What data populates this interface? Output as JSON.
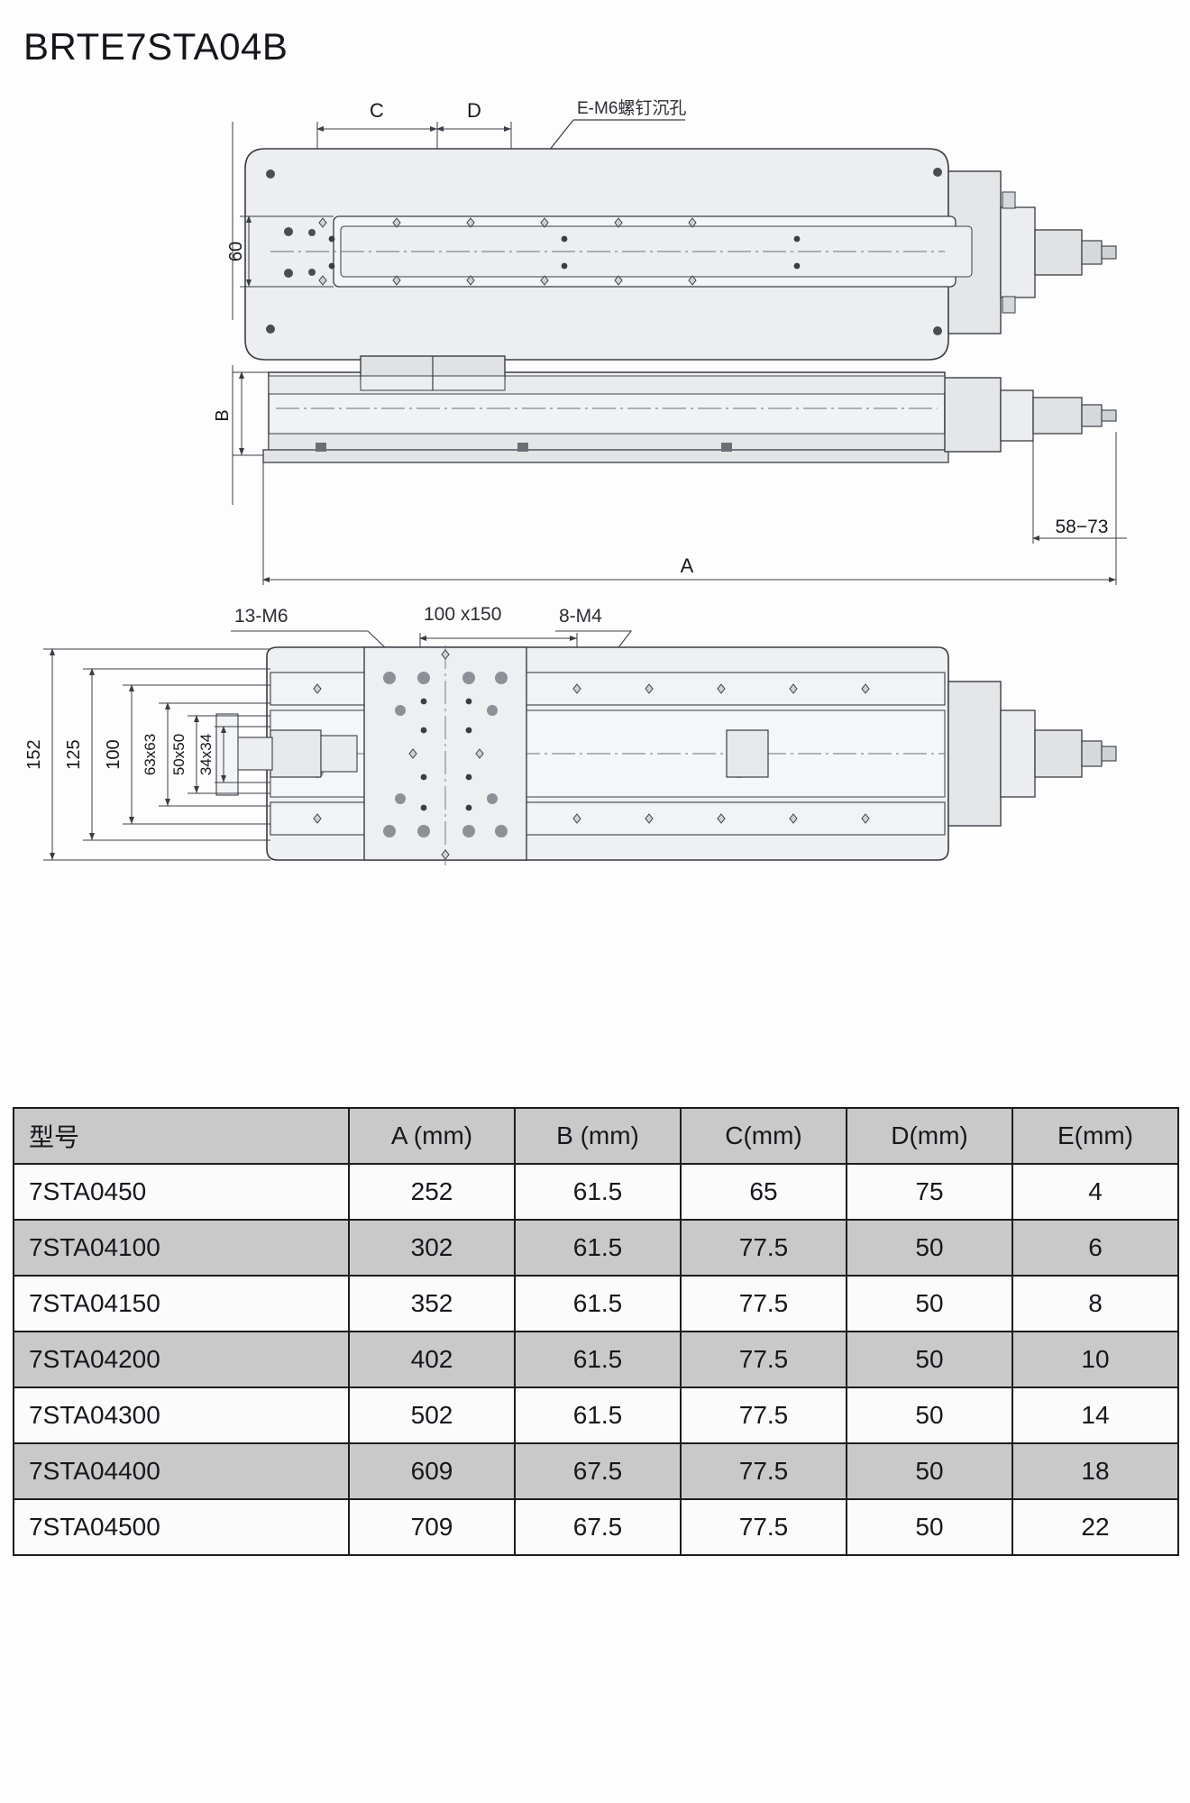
{
  "title": "BRTE7STA04B",
  "drawing": {
    "top_view": {
      "dim_c_label": "C",
      "dim_d_label": "D",
      "callout_counterbore": "E-M6螺钉沉孔",
      "dim_60": "60"
    },
    "front_view": {
      "dim_b": "B",
      "dim_a": "A",
      "dim_motor": "58−73"
    },
    "bottom_view": {
      "callout_13m6": "13-M6",
      "callout_grid": "100 x150",
      "callout_8m4": "8-M4",
      "dim_152": "152",
      "dim_125": "125",
      "dim_100": "100",
      "dim_63x63": "63x63",
      "dim_50x50": "50x50",
      "dim_34x34": "34x34"
    }
  },
  "table": {
    "headers": [
      "型号",
      "A (mm)",
      "B (mm)",
      "C(mm)",
      "D(mm)",
      "E(mm)"
    ],
    "rows": [
      {
        "model": "7STA0450",
        "a": "252",
        "b": "61.5",
        "c": "65",
        "d": "75",
        "e": "4"
      },
      {
        "model": "7STA04100",
        "a": "302",
        "b": "61.5",
        "c": "77.5",
        "d": "50",
        "e": "6"
      },
      {
        "model": "7STA04150",
        "a": "352",
        "b": "61.5",
        "c": "77.5",
        "d": "50",
        "e": "8"
      },
      {
        "model": "7STA04200",
        "a": "402",
        "b": "61.5",
        "c": "77.5",
        "d": "50",
        "e": "10"
      },
      {
        "model": "7STA04300",
        "a": "502",
        "b": "61.5",
        "c": "77.5",
        "d": "50",
        "e": "14"
      },
      {
        "model": "7STA04400",
        "a": "609",
        "b": "67.5",
        "c": "77.5",
        "d": "50",
        "e": "18"
      },
      {
        "model": "7STA04500",
        "a": "709",
        "b": "67.5",
        "c": "77.5",
        "d": "50",
        "e": "22"
      }
    ]
  },
  "colors": {
    "line": "#3a3d44",
    "fill_light": "#eef0f1",
    "fill_mid": "#e2e4e6",
    "header_gray": "#c9c9c9",
    "text": "#16181d"
  }
}
